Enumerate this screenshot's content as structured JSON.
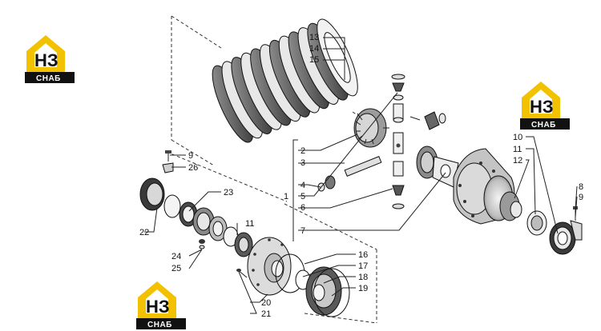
{
  "logo": {
    "mark": "НЗ",
    "text": "СНАБ",
    "accent": "#f2c200",
    "dark": "#111111"
  },
  "colors": {
    "ink": "#111111",
    "part_fill": "#d8d8d8",
    "part_dark": "#555555"
  },
  "callouts": {
    "n1": "1",
    "n2": "2",
    "n3": "3",
    "n4": "4",
    "n5": "5",
    "n6": "6",
    "n7": "7",
    "n8": "8",
    "n9a": "9",
    "n9b": "9",
    "n10": "10",
    "n11a": "11",
    "n11b": "11",
    "n12": "12",
    "n13": "13",
    "n14": "14",
    "n15": "15",
    "n16": "16",
    "n17": "17",
    "n18": "18",
    "n19": "19",
    "n20": "20",
    "n21": "21",
    "n22": "22",
    "n23": "23",
    "n24": "24",
    "n25": "25",
    "n26": "26"
  }
}
